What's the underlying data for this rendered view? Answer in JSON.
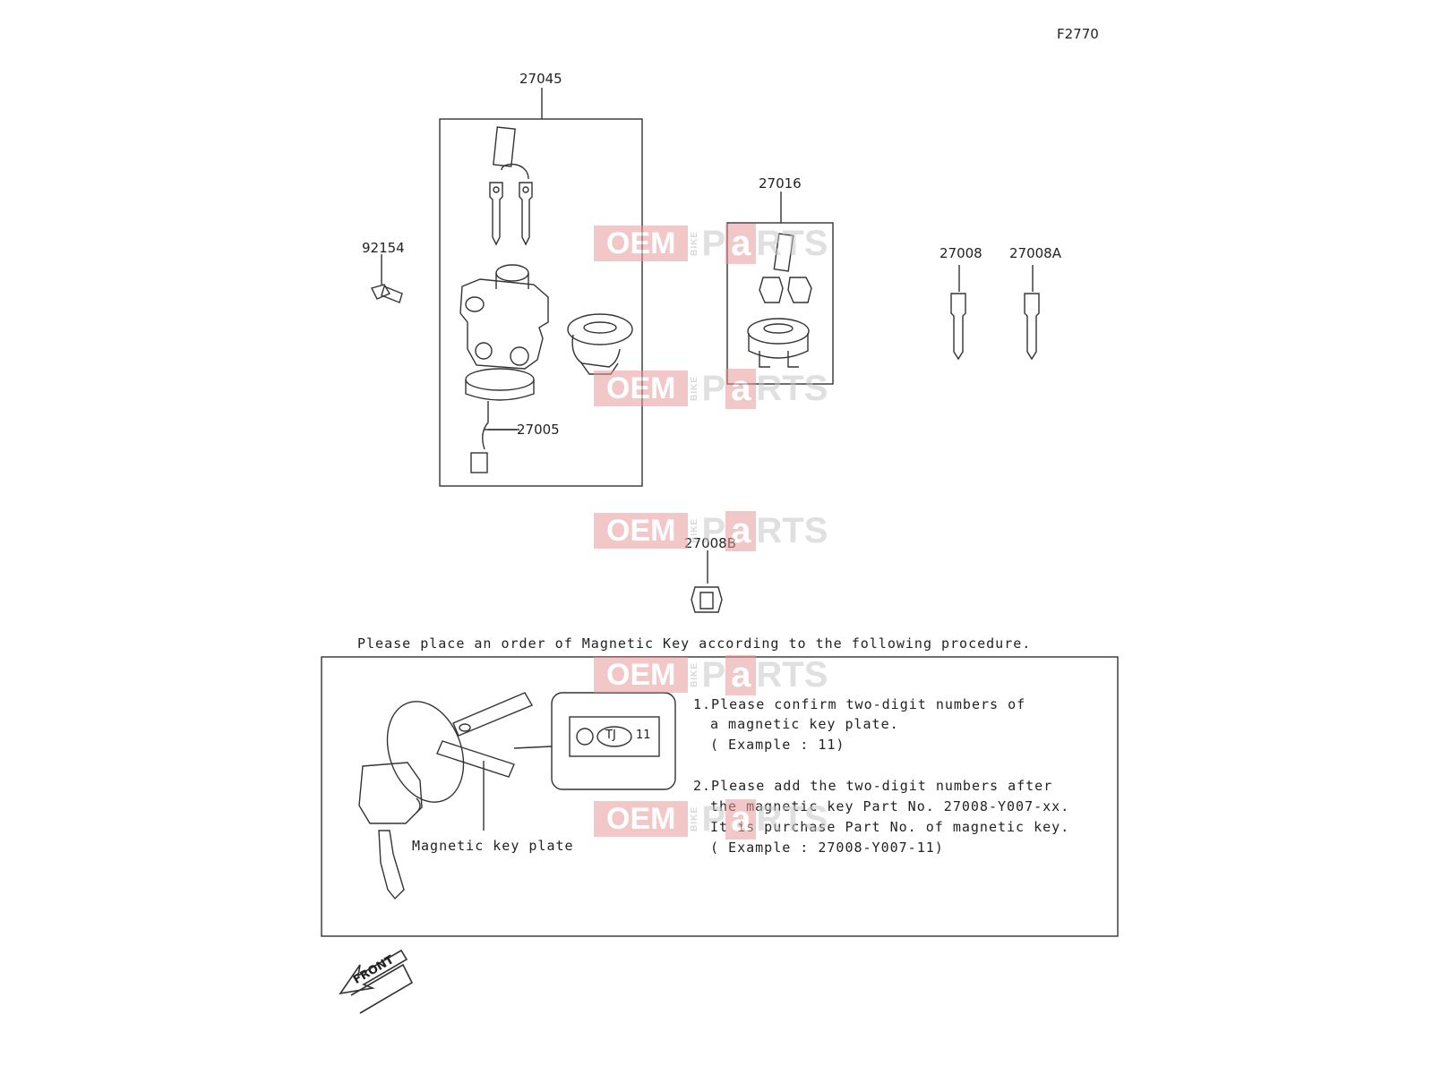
{
  "figure_code": "F2770",
  "parts": {
    "p27045": "27045",
    "p27016": "27016",
    "p92154": "92154",
    "p27008": "27008",
    "p27008A": "27008A",
    "p27005": "27005",
    "p27008B": "27008B"
  },
  "instructions": {
    "heading": "Please place an order of Magnetic Key according to the following procedure.",
    "step1_line1": "1.Please confirm two-digit numbers of",
    "step1_line2": "a magnetic key plate.",
    "step1_line3": "( Example : 11)",
    "step2_line1": "2.Please add the  two-digit numbers after",
    "step2_line2": "the magnetic key Part No. 27008-Y007-xx.",
    "step2_line3": "It is purchase Part No. of magnetic key.",
    "step2_line4": "( Example : 27008-Y007-11)",
    "plate_label": "Magnetic key plate",
    "plate_code_letters": "TJ",
    "plate_code_number": "11"
  },
  "front_label": "FRONT",
  "watermark": {
    "oem": "OEM",
    "bike": "BIKE",
    "p": "P",
    "a": "a",
    "rts": "RTS"
  }
}
